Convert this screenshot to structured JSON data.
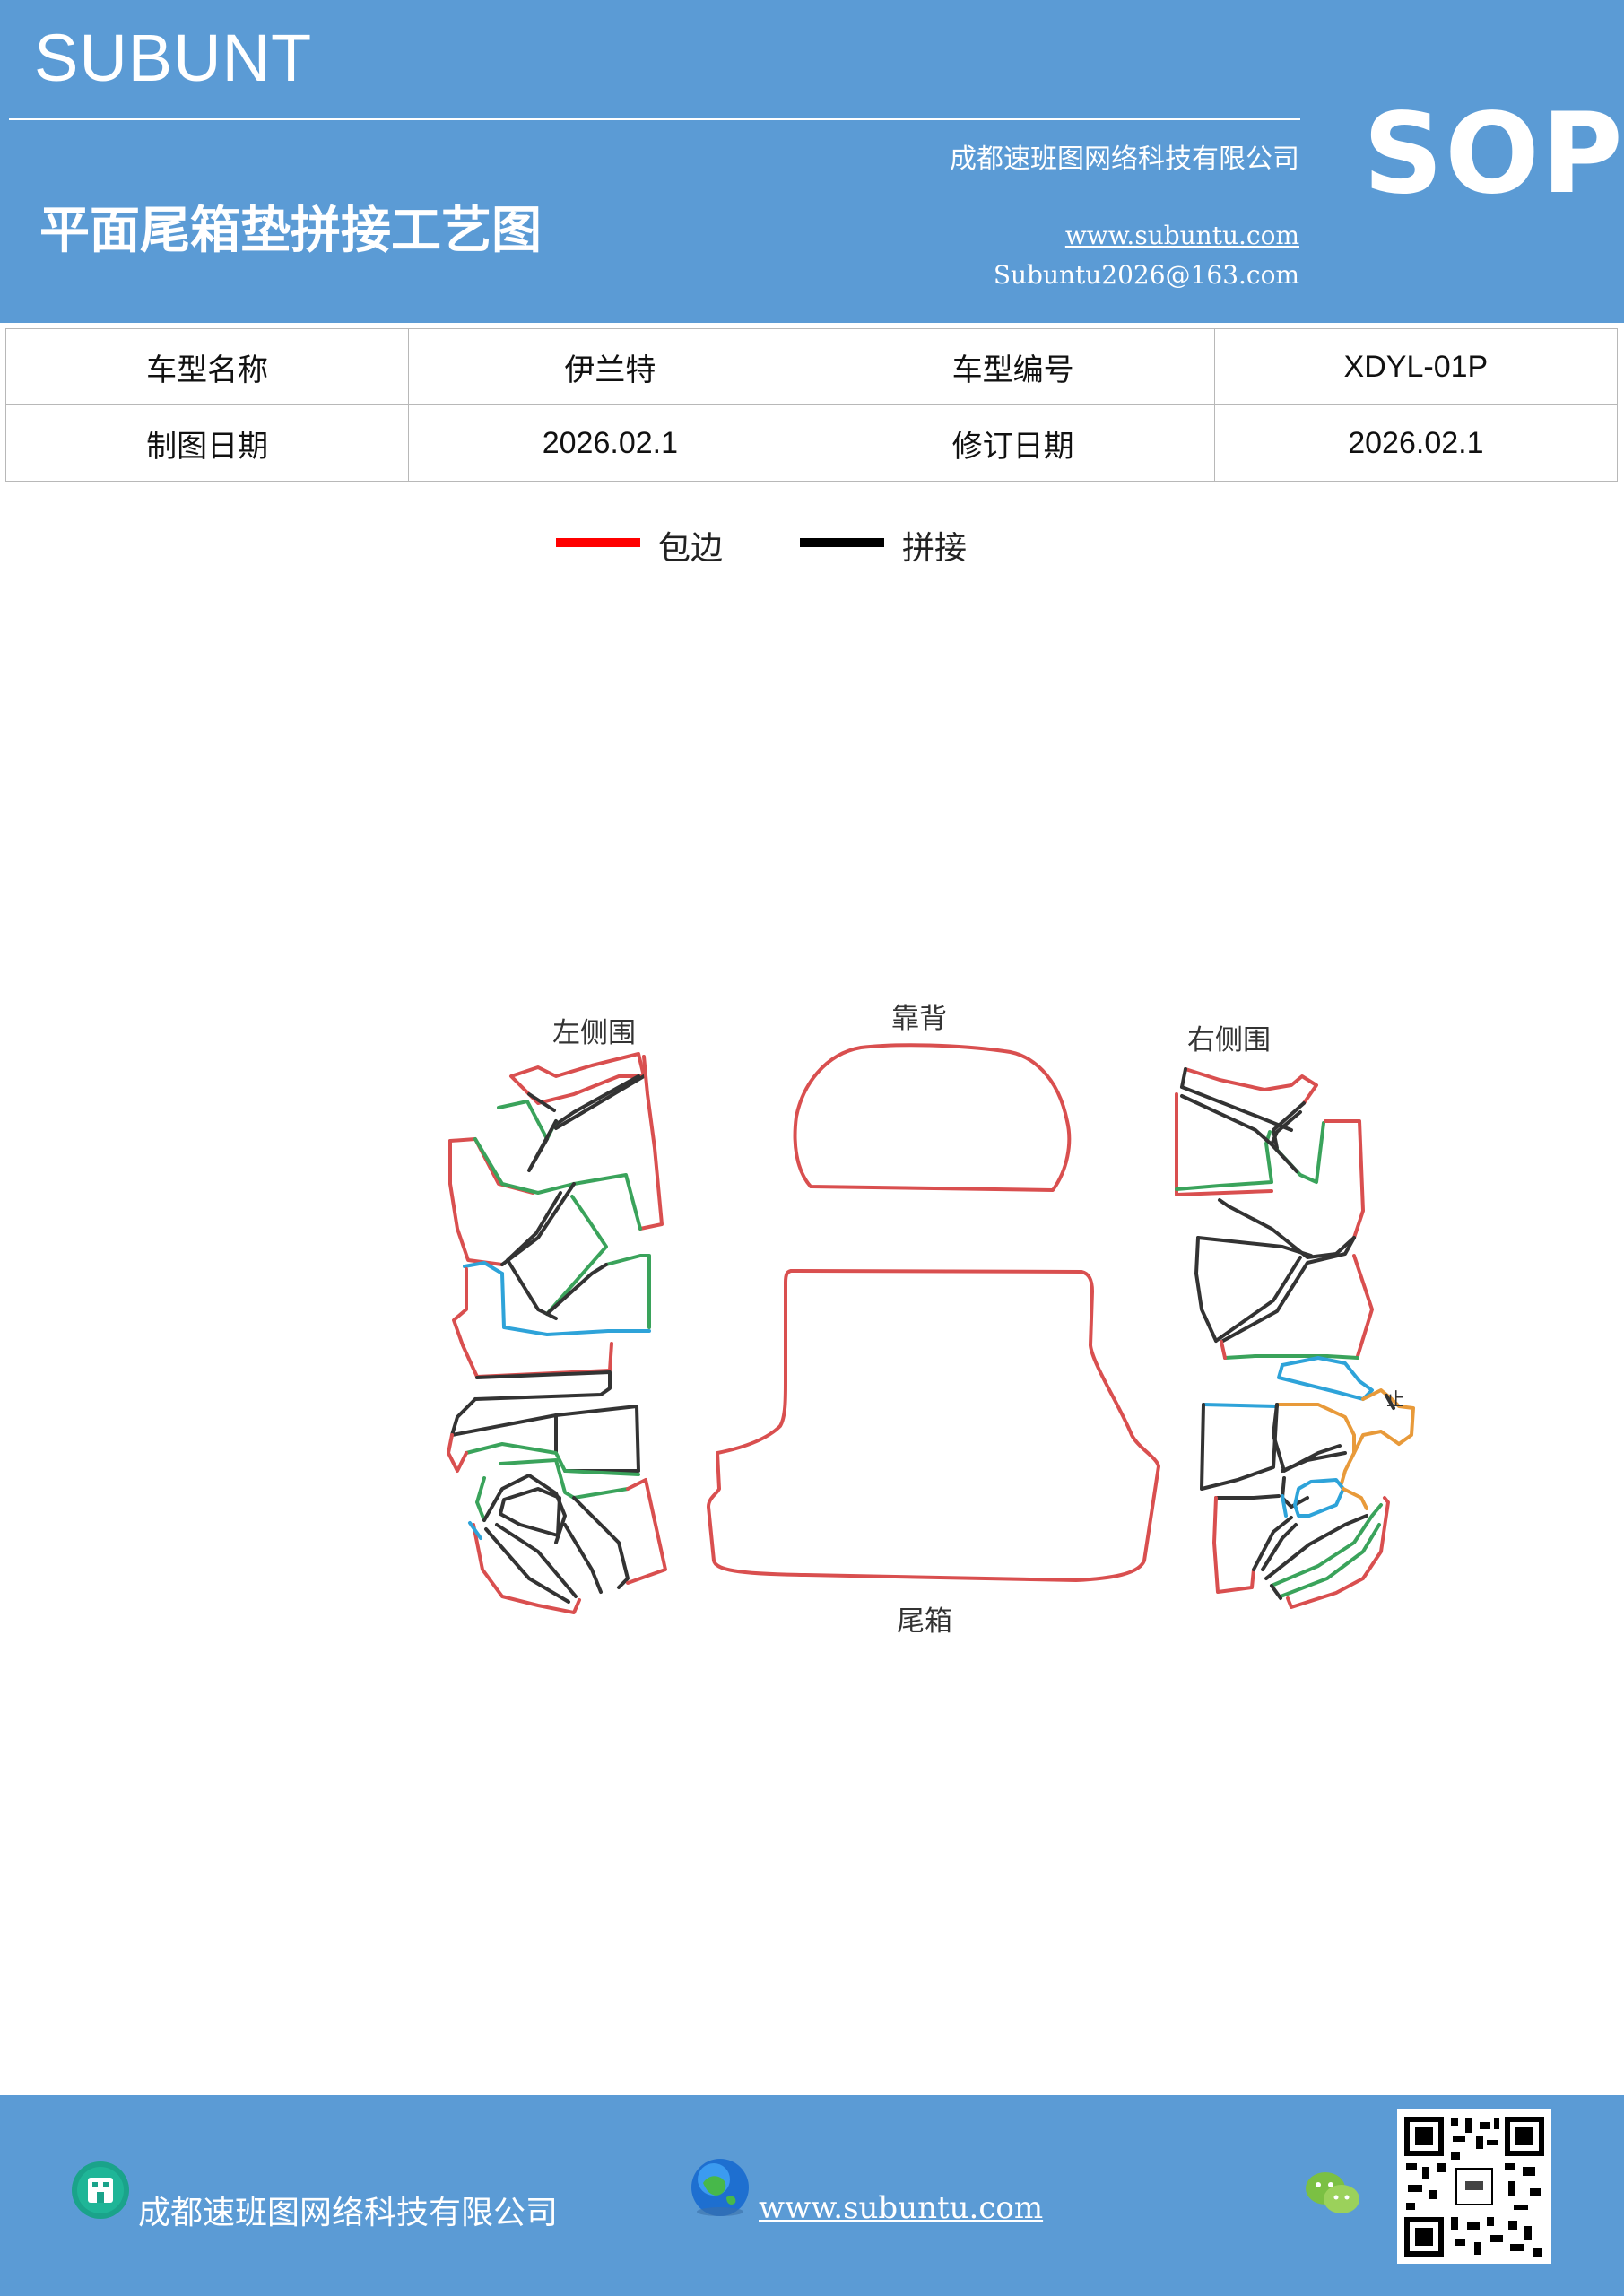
{
  "header": {
    "brand": "SUBUNT",
    "badge": "SOP",
    "title": "平面尾箱垫拼接工艺图",
    "company": "成都速班图网络科技有限公司",
    "website": "www.subuntu.com",
    "email": "Subuntu2026@163.com",
    "background_color": "#5b9bd5"
  },
  "info_table": {
    "rows": [
      [
        {
          "label": "车型名称"
        },
        {
          "value": "伊兰特"
        },
        {
          "label": "车型编号"
        },
        {
          "value": "XDYL-01P"
        }
      ],
      [
        {
          "label": "制图日期"
        },
        {
          "value": "2026.02.1"
        },
        {
          "label": "修订日期"
        },
        {
          "value": "2026.02.1"
        }
      ]
    ]
  },
  "legend": [
    {
      "label": "包边",
      "color": "#ff0000"
    },
    {
      "label": "拼接",
      "color": "#000000"
    }
  ],
  "diagram": {
    "labels": {
      "left_side": "左侧围",
      "backrest": "靠背",
      "right_side": "右侧围",
      "trunk": "尾箱",
      "small_mark": "止"
    },
    "colors": {
      "edge": "#d94f4f",
      "seam": "#333333",
      "green": "#3aa35b",
      "blue": "#2ea3d9",
      "orange": "#e89a3a"
    }
  },
  "footer": {
    "company": "成都速班图网络科技有限公司",
    "website": "www.subuntu.com",
    "icons": [
      "building-icon",
      "globe-icon",
      "wechat-icon",
      "qr-code"
    ]
  }
}
